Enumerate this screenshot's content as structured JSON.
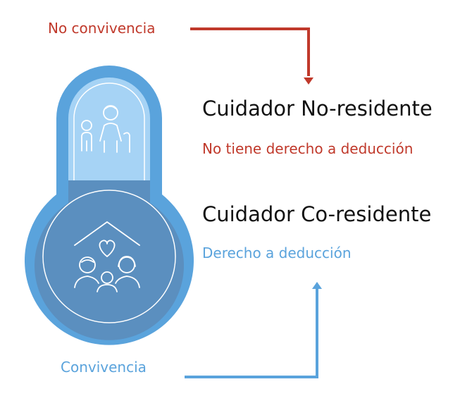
{
  "labels": {
    "no_convivencia": "No convivencia",
    "convivencia": "Convivencia"
  },
  "caregivers": {
    "non_resident": {
      "title": "Cuidador No-residente",
      "note": "No tiene derecho a deducción"
    },
    "co_resident": {
      "title": "Cuidador Co-residente",
      "note": "Derecho a deducción"
    }
  },
  "icons": {
    "top_chamber": "child-and-elderly-person-icon",
    "bottom_chamber": "family-under-roof-with-heart-icon"
  },
  "colors": {
    "red": "#c0392b",
    "blue_line": "#5aa3dc",
    "thermo_outer": "#5aa3dc",
    "thermo_top_fill": "#a6d3f5",
    "thermo_bottom_fill": "#5b8fbf"
  }
}
